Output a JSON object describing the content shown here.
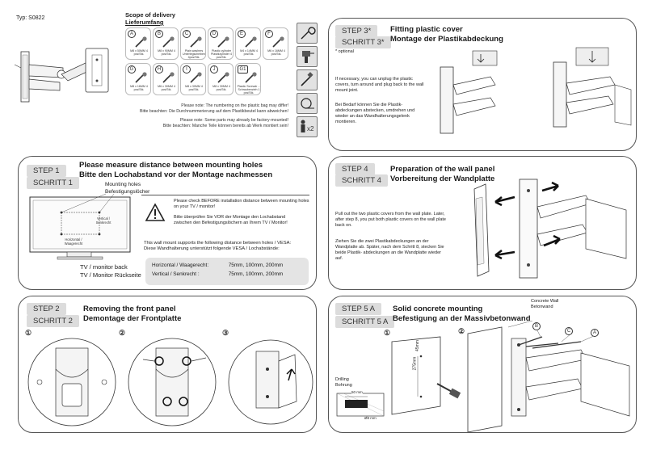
{
  "header": {
    "type_label": "Typ: S0822"
  },
  "scope": {
    "title_en": "Scope of delivery",
    "title_de": "Lieferumfang",
    "parts": [
      {
        "letter": "A",
        "desc": "M8 x 50MM 4 pcs/Stk."
      },
      {
        "letter": "B",
        "desc": "M8 x 90MM 4 pcs/Stk."
      },
      {
        "letter": "C",
        "desc": "Plain washers Unterlegscheiben 4pcs/Stk."
      },
      {
        "letter": "D",
        "desc": "Plastic cylinder Plastikzylinder 4 pcs/Stk."
      },
      {
        "letter": "E",
        "desc": "M4 x 14MM 4 pcs/Stk."
      },
      {
        "letter": "F",
        "desc": "M6 x 16MM 4 pcs/Stk."
      },
      {
        "letter": "G",
        "desc": "M8 x 16MM 4 pcs/Stk."
      },
      {
        "letter": "H",
        "desc": "M6 x 30MM 4 pcs/Stk."
      },
      {
        "letter": "I",
        "desc": "M8 x 30MM 4 pcs/Stk."
      },
      {
        "letter": "J",
        "desc": "M8 x 30MM 4 pcs/Stk."
      },
      {
        "letter": "G1",
        "desc": "Plastic Screwdr ... Schraubenzieh 1 pcs/Stk."
      }
    ],
    "note1_en": "Please note: The numbering on the plastic bag may differ!",
    "note1_de": "Bitte beachten: Die Durchnummerierung auf dem Plastikbeutel kann abweichen!",
    "note2_en": "Please note: Some parts may already be factory-mounted!",
    "note2_de": "Bitte beachten: Manche Teile können bereits ab Werk montiert sein!",
    "person_count": "x2"
  },
  "step3": {
    "label_en": "STEP  3*",
    "label_de": "SCHRITT 3*",
    "optional": "* optional",
    "title_en": "Fitting plastic cover",
    "title_de": "Montage der Plastikabdeckung",
    "text_en": "If necessary, you can unplug the plastic covers, turn around and plug back to the wall mount joint.",
    "text_de": "Bei Bedarf können Sie die Plastik- abdeckungen abstecken, umdrehen und wieder an das Wandhalterungsgelenk montieren."
  },
  "step1": {
    "label_en": "STEP   1",
    "label_de": "SCHRITT 1",
    "title_en": "Please measure distance between mounting holes",
    "title_de": "Bitte den Lochabstand vor der Montage nachmessen",
    "holes_en": "Mounting holes",
    "holes_de": "Befestigungslöcher",
    "warn_en": "Please check BEFORE installation distance between mounting holes on your TV / monitor!",
    "warn_de": "Bitte überprüfen Sie VOR der Montage den Lochabstand zwischen den Befestigungslöchern an Ihrem TV / Monitor!",
    "vertical_label": "Vertical / Senkrecht",
    "horizontal_label": "Horizontal / Waagerecht",
    "back_en": "TV / monitor back",
    "back_de": "TV / Monitor Rückseite",
    "support_en": "This wall mount supports the following distance between holes / VESA:",
    "support_de": "Diese Wandhalterung unterstützt folgende VESA / Lochabstände:",
    "vesa": [
      {
        "dir": "Horizontal / Waagerecht:",
        "values": "75mm, 100mm, 200mm"
      },
      {
        "dir": "Vertical / Senkrecht :",
        "values": "75mm, 100mm, 200mm"
      }
    ]
  },
  "step4": {
    "label_en": "STEP  4",
    "label_de": "SCHRITT 4",
    "title_en": "Preparation of the wall panel",
    "title_de": "Vorbereitung der Wandplatte",
    "text_en": "Pull out the two plastic covers from the wall plate. Later, after step 8, you put both plastic covers on the wall plate back on.",
    "text_de": "Ziehen Sie die zwei Plastikabdeckungen an der Wandplatte ab. Später, nach dem Schritt 8, stecken Sie beide Plastik- abdeckungen an die Wandplatte wieder auf."
  },
  "step2": {
    "label_en": "STEP   2",
    "label_de": "SCHRITT 2",
    "title_en": "Removing the front panel",
    "title_de": "Demontage der  Frontplatte",
    "nums": [
      "①",
      "②",
      "③"
    ]
  },
  "step5": {
    "label_en": "STEP   5 A",
    "label_de": "SCHRITT 5 A",
    "title_en": "Solid concrete mounting",
    "title_de": "Befestigung an der Massivbetonwand",
    "nums": [
      "①",
      "②"
    ],
    "wall_en": "Concrete Wall",
    "wall_de": "Betonwand",
    "drill_en": "Drilling",
    "drill_de": "Bohrung",
    "dim_45": "45mm",
    "dim_275": "275mm",
    "dim_50": "50 mm",
    "dim_d": "Ø8 mm",
    "letters": [
      "B",
      "C",
      "A"
    ]
  }
}
